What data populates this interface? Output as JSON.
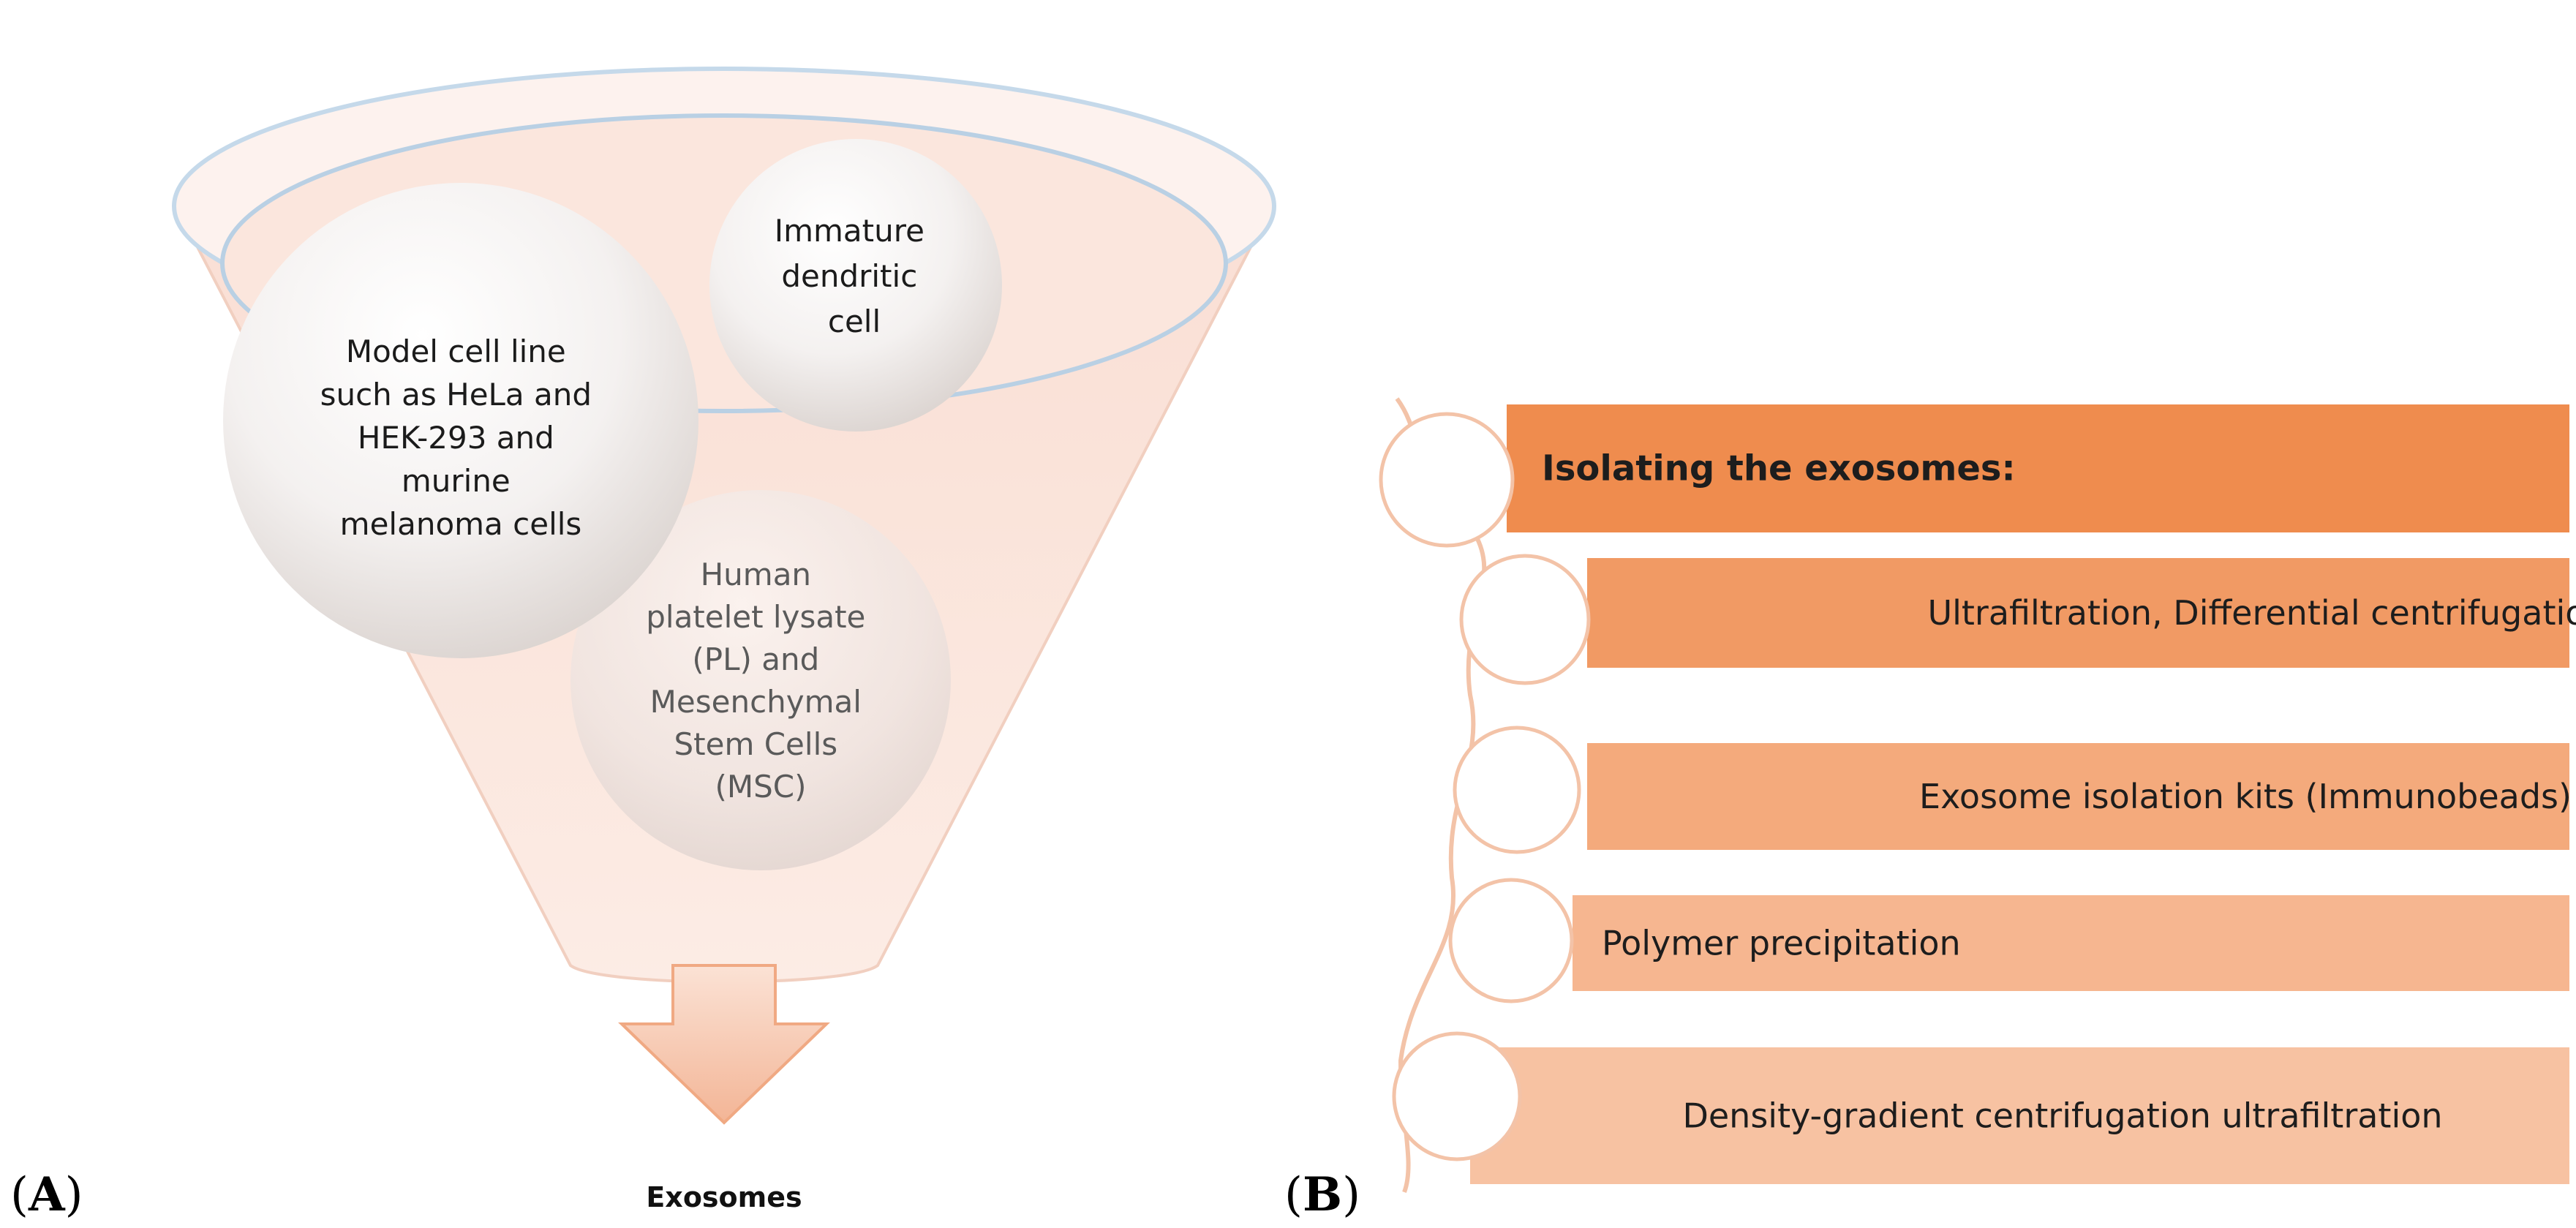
{
  "panel_a": {
    "tag_open": "(",
    "tag_letter": "A",
    "tag_close": ")",
    "cells": [
      {
        "lines": [
          "Model cell line",
          "such as HeLa and",
          "HEK-293 and",
          "murine",
          "melanoma cells"
        ]
      },
      {
        "lines": [
          "Immature",
          "dendritic",
          "cell"
        ]
      },
      {
        "lines": [
          "Human",
          "platelet lysate",
          "(PL) and",
          "Mesenchymal",
          "Stem Cells",
          "(MSC)"
        ]
      }
    ],
    "output_label": "Exosomes"
  },
  "panel_b": {
    "tag_open": "(",
    "tag_letter": "B",
    "tag_close": ")",
    "steps": [
      {
        "label": "Isolating the exosomes:",
        "color": "#ef8c4e",
        "heading": true
      },
      {
        "label": "Ultrafiltration, Differential centrifugation",
        "color": "#f19a64",
        "heading": false
      },
      {
        "label": "Exosome isolation kits (Immunobeads)",
        "color": "#f4aa7c",
        "heading": false
      },
      {
        "label": "Polymer precipitation",
        "color": "#f6b690",
        "heading": false
      },
      {
        "label": "Density-gradient centrifugation ultrafiltration",
        "color": "#f7c2a2",
        "heading": false
      }
    ]
  }
}
